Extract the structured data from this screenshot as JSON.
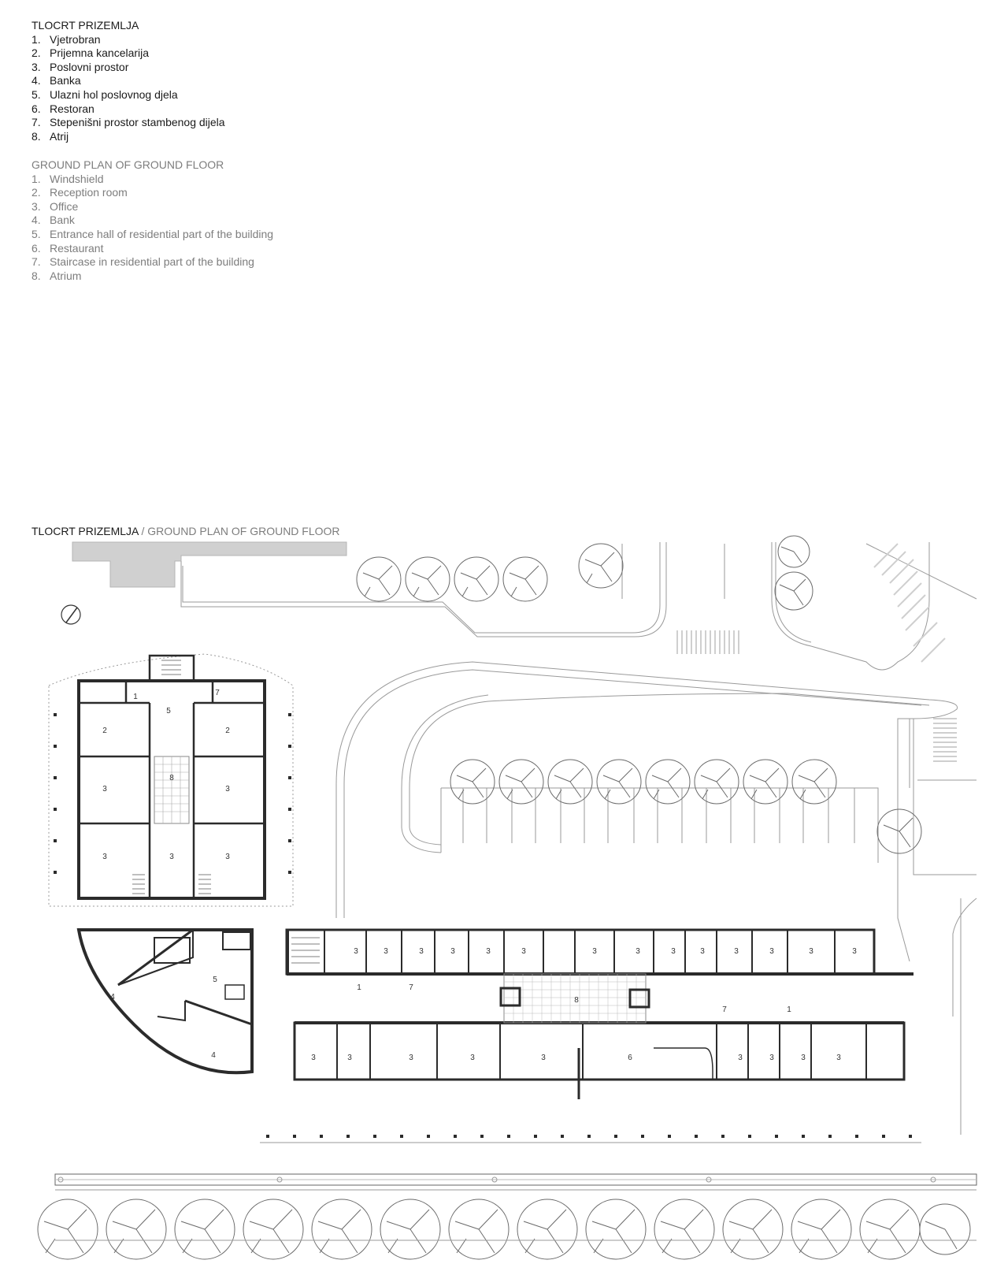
{
  "legend_hr": {
    "title": "TLOCRT PRIZEMLJA",
    "items": [
      {
        "num": "1.",
        "label": "Vjetrobran"
      },
      {
        "num": "2.",
        "label": "Prijemna kancelarija"
      },
      {
        "num": "3.",
        "label": "Poslovni prostor"
      },
      {
        "num": "4.",
        "label": "Banka"
      },
      {
        "num": "5.",
        "label": "Ulazni hol poslovnog djela"
      },
      {
        "num": "6.",
        "label": "Restoran"
      },
      {
        "num": "7.",
        "label": "Stepenišni prostor stambenog dijela"
      },
      {
        "num": "8.",
        "label": "Atrij"
      }
    ]
  },
  "legend_en": {
    "title": "GROUND PLAN OF GROUND FLOOR",
    "items": [
      {
        "num": "1.",
        "label": "Windshield"
      },
      {
        "num": "2.",
        "label": "Reception room"
      },
      {
        "num": "3.",
        "label": "Office"
      },
      {
        "num": "4.",
        "label": "Bank"
      },
      {
        "num": "5.",
        "label": "Entrance hall of residential part of the building"
      },
      {
        "num": "6.",
        "label": "Restaurant"
      },
      {
        "num": "7.",
        "label": "Staircase in residential part of the building"
      },
      {
        "num": "8.",
        "label": "Atrium"
      }
    ]
  },
  "plan_caption": {
    "hr": "TLOCRT PRIZEMLJA",
    "sep": " / ",
    "en": "GROUND PLAN OF GROUND FLOOR"
  },
  "room_labels": {
    "windshield": "1",
    "reception": "2",
    "office": "3",
    "bank": "4",
    "entrance_hall": "5",
    "restaurant": "6",
    "staircase": "7",
    "atrium": "8"
  },
  "colors": {
    "wall": "#2b2b2b",
    "line": "#9a9a9a",
    "neighbor_building": "#d0d0d0",
    "legend_primary": "#1a1a1a",
    "legend_secondary": "#7d7d7d"
  }
}
